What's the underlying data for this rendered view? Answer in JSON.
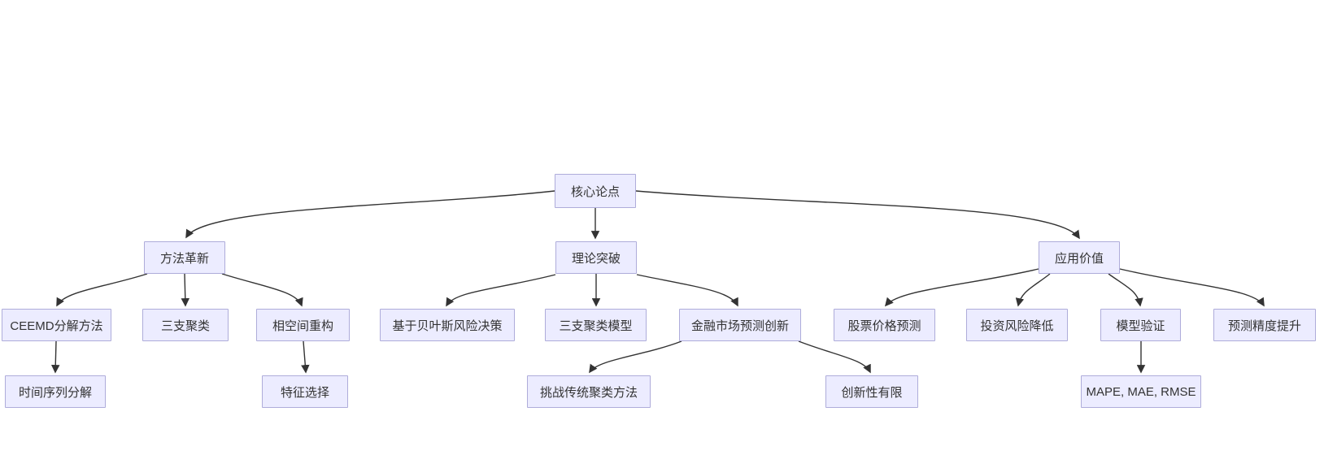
{
  "diagram": {
    "type": "flowchart-top-down",
    "colors": {
      "node_fill": "#ECECFF",
      "node_border": "#aeacda",
      "edge": "#333333",
      "text": "#333333",
      "background": "#ffffff"
    },
    "nodes": [
      {
        "id": "core",
        "label": "核心论点"
      },
      {
        "id": "method",
        "label": "方法革新"
      },
      {
        "id": "theory",
        "label": "理论突破"
      },
      {
        "id": "application",
        "label": "应用价值"
      },
      {
        "id": "ceemd",
        "label": "CEEMD分解方法"
      },
      {
        "id": "threeway",
        "label": "三支聚类"
      },
      {
        "id": "phase",
        "label": "相空间重构"
      },
      {
        "id": "bayes",
        "label": "基于贝叶斯风险决策"
      },
      {
        "id": "threeway_model",
        "label": "三支聚类模型"
      },
      {
        "id": "finance",
        "label": "金融市场预测创新"
      },
      {
        "id": "stock",
        "label": "股票价格预测"
      },
      {
        "id": "invest",
        "label": "投资风险降低"
      },
      {
        "id": "model_validation",
        "label": "模型验证"
      },
      {
        "id": "accuracy",
        "label": "预测精度提升"
      },
      {
        "id": "timeseries",
        "label": "时间序列分解"
      },
      {
        "id": "feature",
        "label": "特征选择"
      },
      {
        "id": "challenge",
        "label": "挑战传统聚类方法"
      },
      {
        "id": "limited",
        "label": "创新性有限"
      },
      {
        "id": "mape",
        "label": "MAPE, MAE, RMSE"
      }
    ],
    "edges": [
      {
        "from": "核心论点",
        "to": "方法革新"
      },
      {
        "from": "核心论点",
        "to": "理论突破"
      },
      {
        "from": "核心论点",
        "to": "应用价值"
      },
      {
        "from": "方法革新",
        "to": "CEEMD分解方法"
      },
      {
        "from": "方法革新",
        "to": "三支聚类"
      },
      {
        "from": "方法革新",
        "to": "相空间重构"
      },
      {
        "from": "CEEMD分解方法",
        "to": "时间序列分解"
      },
      {
        "from": "相空间重构",
        "to": "特征选择"
      },
      {
        "from": "理论突破",
        "to": "基于贝叶斯风险决策"
      },
      {
        "from": "理论突破",
        "to": "三支聚类模型"
      },
      {
        "from": "理论突破",
        "to": "金融市场预测创新"
      },
      {
        "from": "金融市场预测创新",
        "to": "挑战传统聚类方法"
      },
      {
        "from": "金融市场预测创新",
        "to": "创新性有限"
      },
      {
        "from": "应用价值",
        "to": "股票价格预测"
      },
      {
        "from": "应用价值",
        "to": "投资风险降低"
      },
      {
        "from": "应用价值",
        "to": "模型验证"
      },
      {
        "from": "应用价值",
        "to": "预测精度提升"
      },
      {
        "from": "模型验证",
        "to": "MAPE, MAE, RMSE"
      }
    ]
  }
}
